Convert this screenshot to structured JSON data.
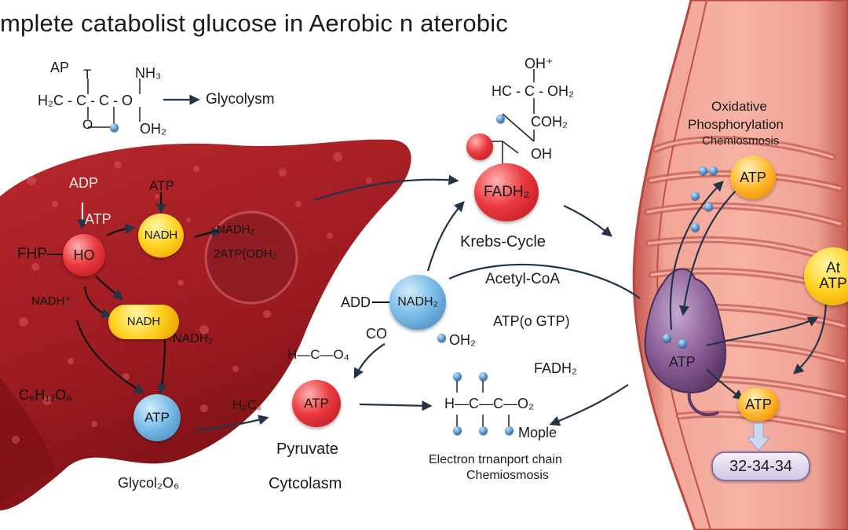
{
  "title": "mplete catabolist glucose in Aerobic n aterobic",
  "molecule_top_left": {
    "ap": "AP",
    "t": "T",
    "nh3": "NH₃",
    "chain": "H₂C - C - C - O",
    "ring_o": "O",
    "oh2": "OH₂",
    "arrow_label": "Glycolysm"
  },
  "liver": {
    "adp": "ADP",
    "atp_small": "ATP",
    "fhp": "FHP",
    "ho": "HO",
    "nadh_plus": "NADH⁺",
    "atp_top": "ATP",
    "nadh_1": "NADH",
    "nadh2_inner": "NADH₂",
    "atp_odh2": "2ATP(ODH₂",
    "nadh_2": "NADH",
    "nadh2_low": "NADH₂",
    "c6h12o6": "C₆H₁₂O₆",
    "atp_bottom": "ATP",
    "glycol": "Glycol₂O₆"
  },
  "cytoplasm": {
    "add": "ADD",
    "nadh2_node": "NADH₂",
    "co": "CO",
    "oh2": "OH₂",
    "h_c_o4": "H—C—O₄",
    "h2c": "H₂C",
    "atp_node": "ATP",
    "pyruvate": "Pyruvate",
    "cytcolasm": "Cytcolasm"
  },
  "krebs": {
    "oh_plus": "OH⁺",
    "hc_oh2": "HC - C - OH₂",
    "coh2": "COH₂",
    "oh": "OH",
    "fadh2_node": "FADH₂",
    "cycle_label": "Krebs-Cycle",
    "acetyl_coa": "Acetyl-CoA",
    "atp_gtp": "ATP(o GTP)",
    "fadh2_label": "FADH₂"
  },
  "etc": {
    "h_c_c_o2": "H—C—C—O₂",
    "mople": "Mople",
    "label_line1": "Electron trnanport chain",
    "label_line2": "Chemiosmosis"
  },
  "mitochondrion": {
    "ox_line1": "Oxidative",
    "ox_line2": "Phosphorylation",
    "ox_line3": "Chemiosmosis",
    "atp_top": "ATP",
    "at_atp_1": "At",
    "at_atp_2": "ATP",
    "atp_synthase": "ATP",
    "atp_bottom": "ATP",
    "yield": "32-34-34"
  },
  "colors": {
    "liver": "#a51f25",
    "mito_outer": "#e9958a",
    "mito_inner": "#d9685e",
    "arrow": "#243447"
  }
}
